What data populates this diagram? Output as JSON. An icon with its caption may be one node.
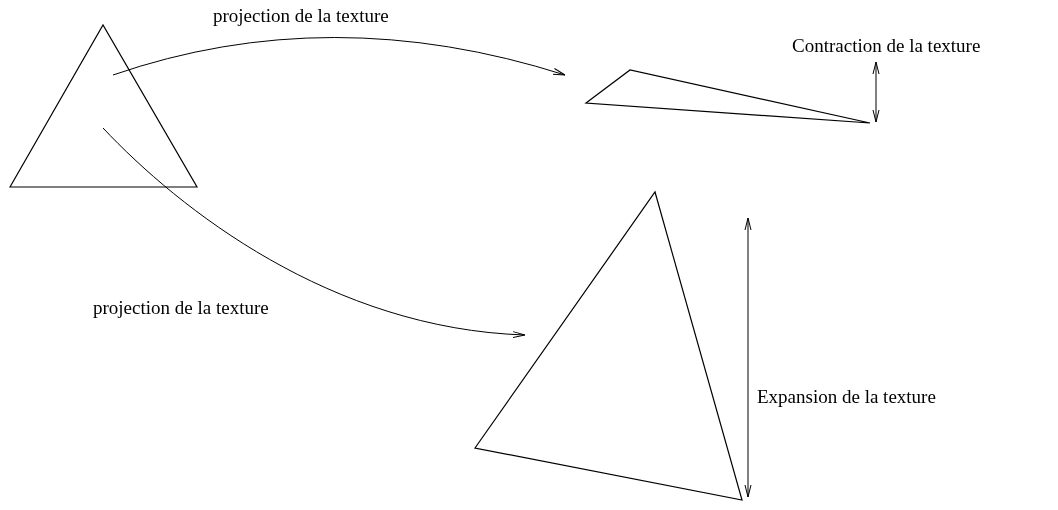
{
  "diagram": {
    "nodes": [
      {
        "text": [],
        "shape": "triangle"
      },
      {
        "text": [],
        "shape": "triangle"
      },
      {
        "text": [],
        "shape": "triangle"
      }
    ],
    "edges": [
      {
        "from": 0,
        "to": 1,
        "arrow": "to",
        "label": "projection de la texture"
      },
      {
        "from": 0,
        "to": 2,
        "arrow": "to",
        "label": "projection de la texture"
      }
    ],
    "labels": [
      "Contraction de la texture",
      "Expansion de la texture"
    ]
  }
}
